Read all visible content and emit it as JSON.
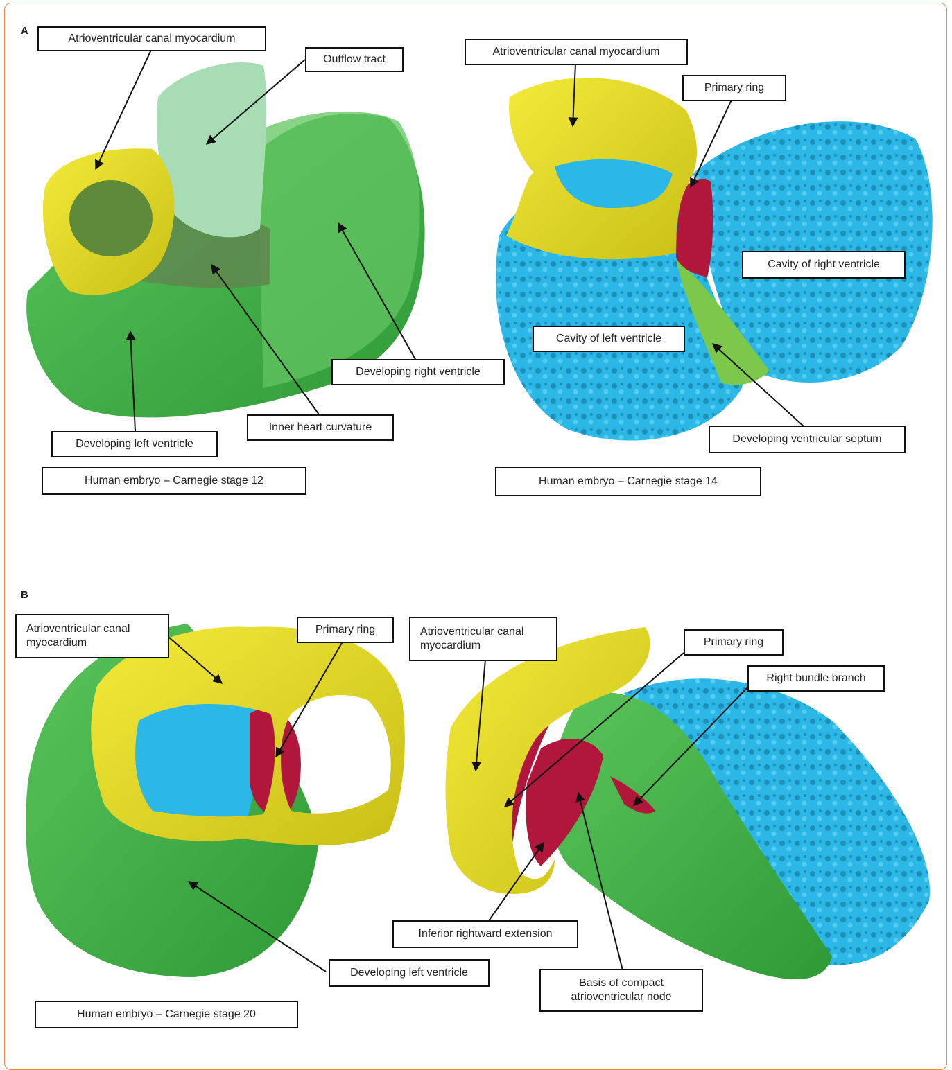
{
  "panels": {
    "a": {
      "letter": "A"
    },
    "b": {
      "letter": "B"
    }
  },
  "labels": {
    "a1_avc": "Atrioventricular canal myocardium",
    "a1_oft": "Outflow tract",
    "a1_rv": "Developing right ventricle",
    "a1_ihc": "Inner heart curvature",
    "a1_lv": "Developing left ventricle",
    "a1_stage": "Human embryo – Carnegie stage 12",
    "a2_avc": "Atrioventricular canal myocardium",
    "a2_ring": "Primary ring",
    "a2_crv": "Cavity of right ventricle",
    "a2_clv": "Cavity of left ventricle",
    "a2_septum": "Developing ventricular septum",
    "a2_stage": "Human embryo – Carnegie stage 14",
    "b1_avc": "Atrioventricular canal myocardium",
    "b1_ring": "Primary ring",
    "b1_lv": "Developing left ventricle",
    "b1_stage": "Human embryo – Carnegie stage 20",
    "b2_avc": "Atrioventricular canal myocardium",
    "b2_ring": "Primary ring",
    "b2_rbb": "Right bundle branch",
    "b2_ire": "Inferior rightward extension",
    "b2_node": "Basis of compact atrioventricular node"
  },
  "colors": {
    "frame": "#e88a4a",
    "green": "#3fae3f",
    "light_green": "#a8dcb5",
    "yellow": "#e9e02a",
    "blue": "#2bb8e6",
    "red": "#b0173a"
  }
}
